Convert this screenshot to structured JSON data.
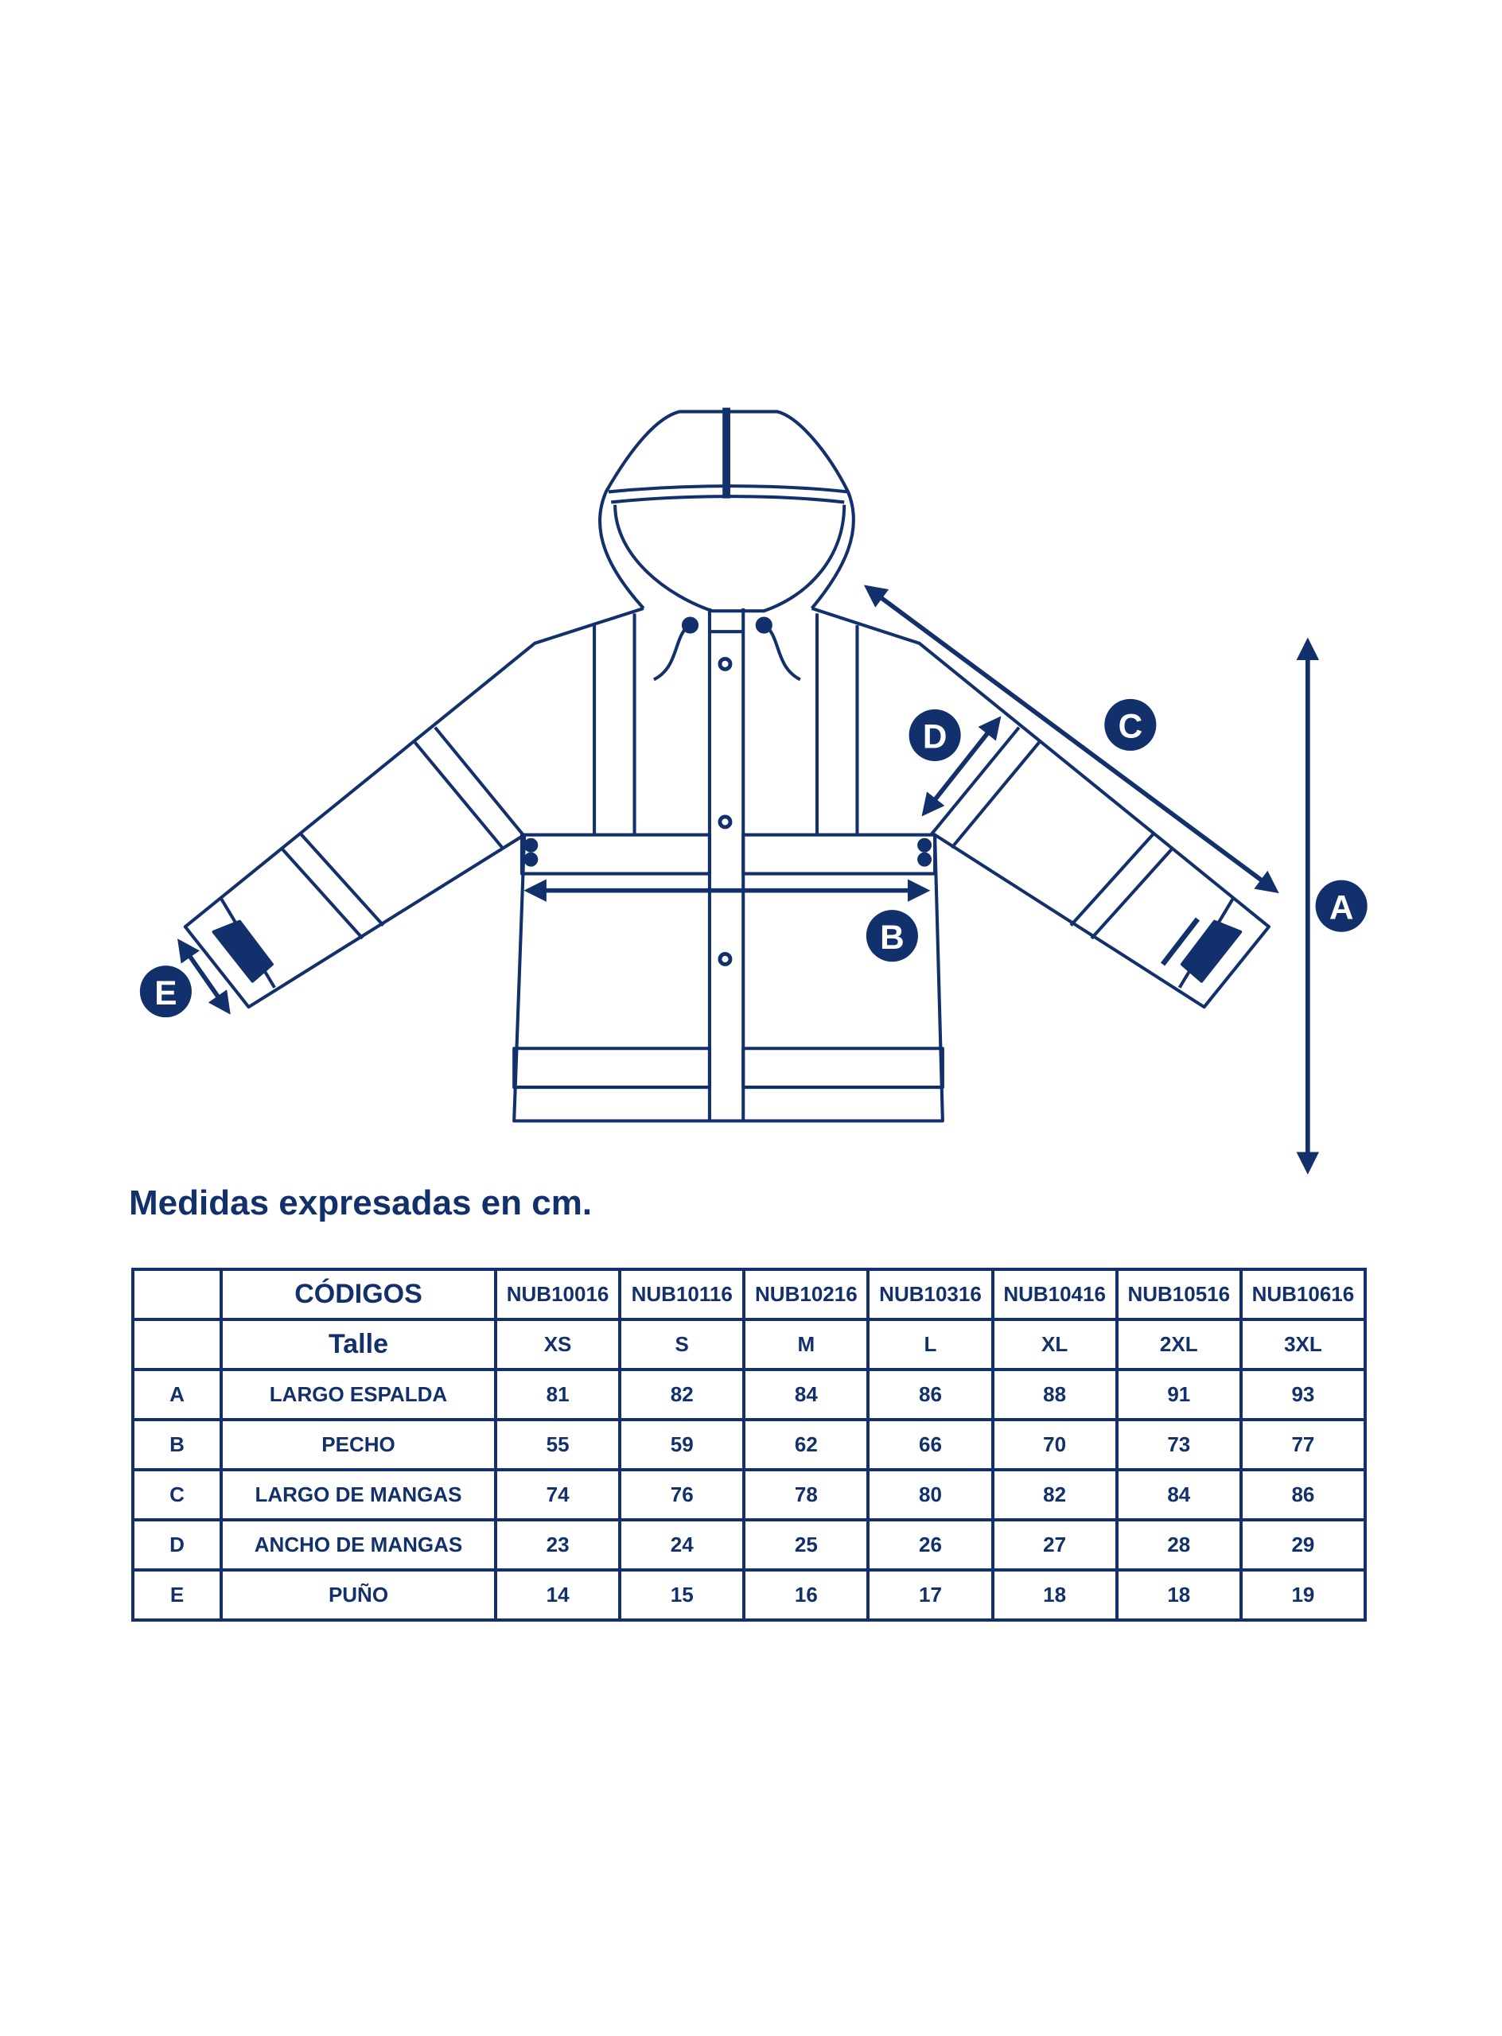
{
  "diagram": {
    "labels": [
      "A",
      "B",
      "C",
      "D",
      "E"
    ],
    "color": "#12306b"
  },
  "title": "Medidas expresadas en cm.",
  "table": {
    "codes_header": "CÓDIGOS",
    "codes": [
      "NUB10016",
      "NUB10116",
      "NUB10216",
      "NUB10316",
      "NUB10416",
      "NUB10516",
      "NUB10616"
    ],
    "size_header": "Talle",
    "sizes": [
      "XS",
      "S",
      "M",
      "L",
      "XL",
      "2XL",
      "3XL"
    ],
    "rows": [
      {
        "key": "A",
        "name": "LARGO ESPALDA",
        "values": [
          "81",
          "82",
          "84",
          "86",
          "88",
          "91",
          "93"
        ]
      },
      {
        "key": "B",
        "name": "PECHO",
        "values": [
          "55",
          "59",
          "62",
          "66",
          "70",
          "73",
          "77"
        ]
      },
      {
        "key": "C",
        "name": "LARGO DE MANGAS",
        "values": [
          "74",
          "76",
          "78",
          "80",
          "82",
          "84",
          "86"
        ]
      },
      {
        "key": "D",
        "name": "ANCHO DE MANGAS",
        "values": [
          "23",
          "24",
          "25",
          "26",
          "27",
          "28",
          "29"
        ]
      },
      {
        "key": "E",
        "name": "PUÑO",
        "values": [
          "14",
          "15",
          "16",
          "17",
          "18",
          "18",
          "19"
        ]
      }
    ]
  }
}
